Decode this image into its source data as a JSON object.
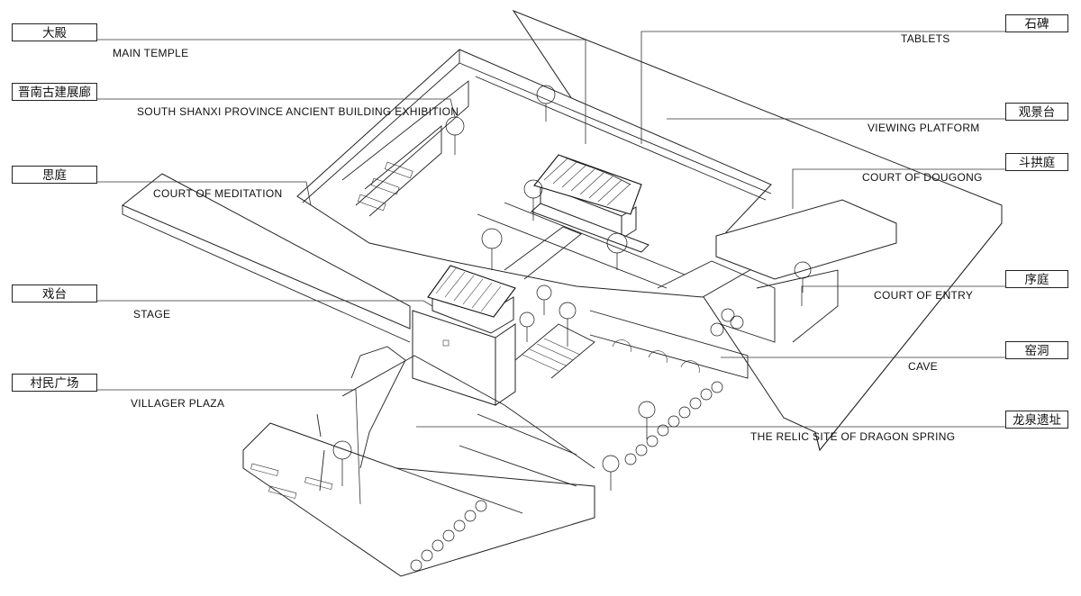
{
  "labels_left": [
    {
      "zh": "大殿",
      "en": "MAIN TEMPLE"
    },
    {
      "zh": "晋南古建展廊",
      "en": "SOUTH SHANXI PROVINCE ANCIENT BUILDING EXHIBITION"
    },
    {
      "zh": "思庭",
      "en": "COURT OF MEDITATION"
    },
    {
      "zh": "戏台",
      "en": "STAGE"
    },
    {
      "zh": "村民广场",
      "en": "VILLAGER PLAZA"
    }
  ],
  "labels_right": [
    {
      "zh": "石碑",
      "en": "TABLETS"
    },
    {
      "zh": "观景台",
      "en": "VIEWING PLATFORM"
    },
    {
      "zh": "斗拱庭",
      "en": "COURT OF DOUGONG"
    },
    {
      "zh": "序庭",
      "en": "COURT OF ENTRY"
    },
    {
      "zh": "窑洞",
      "en": "CAVE"
    },
    {
      "zh": "龙泉遗址",
      "en": "THE RELIC SITE OF DRAGON SPRING"
    }
  ]
}
